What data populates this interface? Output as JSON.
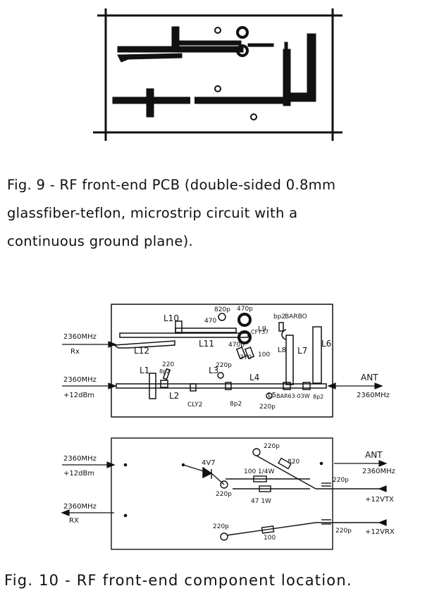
{
  "fig9": {
    "caption_line1": "Fig. 9 - RF front-end PCB (double-sided 0.8mm",
    "caption_line2": "glassfiber-teflon, microstrip circuit with a",
    "caption_line3": "continuous ground plane)."
  },
  "fig10": {
    "caption": "Fig. 10 - RF front-end component location.",
    "layout": {
      "left_rx_freq": "2360MHz",
      "left_rx_label": "Rx",
      "left_in_freq": "2360MHz",
      "left_in_level": "+12dBm",
      "right_ant": "ANT",
      "right_ant_freq": "2360MHz",
      "inductors": [
        "L1",
        "L2",
        "L3",
        "L4",
        "L5",
        "L6",
        "L7",
        "L8",
        "L9",
        "L10",
        "L11",
        "L12"
      ],
      "components": {
        "c_820p": "820p",
        "r_470": "470",
        "c_470p_top": "470p",
        "bpz_label": "bp2",
        "barbo": "BARBO",
        "cfy": "CFY37",
        "c_470p_mid": "470p",
        "r_100": "100",
        "c_220_left": "220",
        "c_8p2": "8p2",
        "c_220p_l3": "220p",
        "clyz": "CLY2",
        "c_8p2_b": "8p2",
        "c_220p_b": "220p",
        "bar63": "BAR63-03W",
        "c_8p2_c": "8p2"
      }
    },
    "schematic": {
      "left_in_freq": "2360MHz",
      "left_in_level": "+12dBm",
      "left_rx_freq": "2360MHz",
      "left_rx_label": "RX",
      "right_ant": "ANT",
      "right_ant_freq": "2360MHz",
      "right_txv": "+12VTX",
      "right_rxv": "+12VRX",
      "zener": "4V7",
      "c1": "220p",
      "r_820": "820",
      "r_100": "100 1/4W",
      "c2": "220p",
      "r_47": "47 1W",
      "c3": "220p",
      "c4": "220p",
      "r_100b": "100",
      "c5": "220p"
    }
  }
}
